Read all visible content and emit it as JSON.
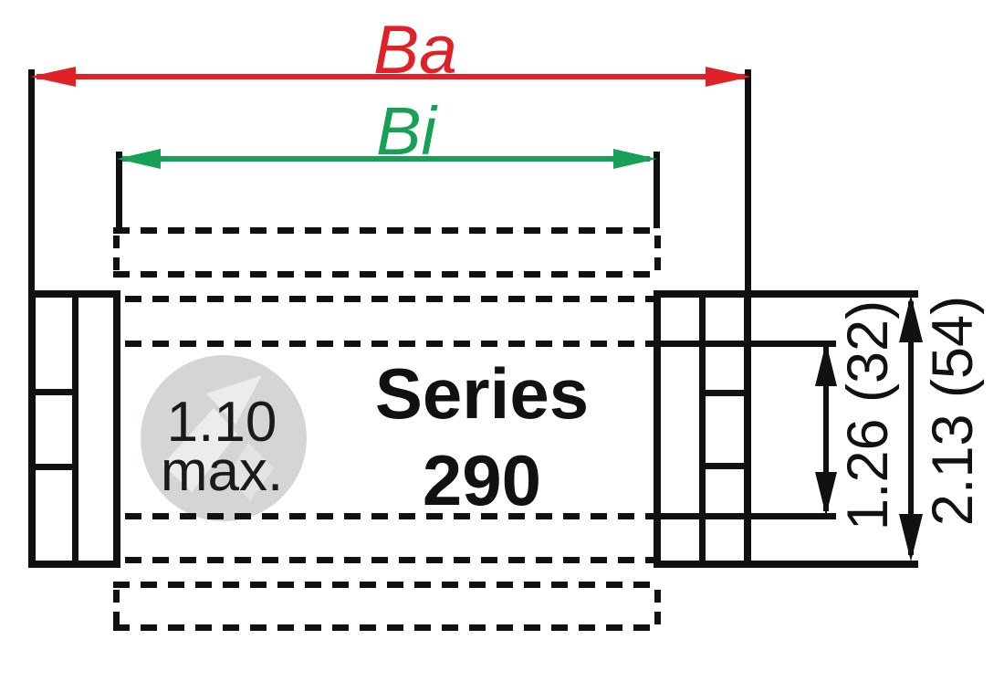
{
  "diagram": {
    "series_label": "Series",
    "series_number": "290",
    "pitch_note": {
      "line1": "1.10",
      "line2": "max."
    },
    "dim_outer_width": {
      "label": "Ba",
      "color": "#e02128"
    },
    "dim_inner_width": {
      "label": "Bi",
      "color": "#17a157"
    },
    "dim_inner_height": {
      "label": "1.26 (32)"
    },
    "dim_outer_height": {
      "label": "2.13 (54)"
    },
    "colors": {
      "line": "#111111",
      "badge_circle": "#d3d5d7",
      "watermark": "rgba(255,255,255,0.55)"
    }
  }
}
